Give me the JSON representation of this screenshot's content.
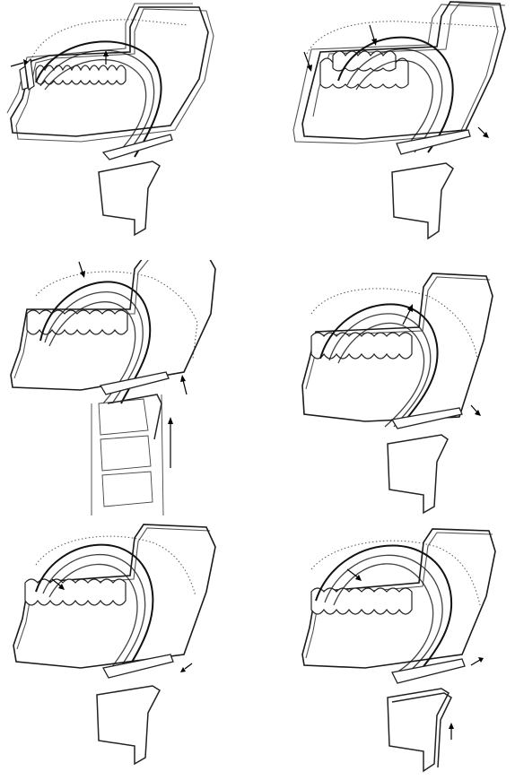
{
  "figure": {
    "panels": [
      {
        "id": "panel-1",
        "arrows": [
          "anterior-lip",
          "upward-tongue"
        ],
        "spine_visible": false
      },
      {
        "id": "panel-2",
        "arrows": [
          "down-lip",
          "down-tongue",
          "down-right-hyoid"
        ],
        "spine_visible": false
      },
      {
        "id": "panel-3",
        "arrows": [
          "down-palate",
          "up-hyoid",
          "up-larynx"
        ],
        "spine_visible": true
      },
      {
        "id": "panel-4",
        "arrows": [
          "up-right-tongue",
          "down-right-hyoid"
        ],
        "spine_visible": false
      },
      {
        "id": "panel-5",
        "arrows": [
          "down-right-tongue",
          "down-left-hyoid"
        ],
        "spine_visible": false
      },
      {
        "id": "panel-6",
        "arrows": [
          "down-right-tongue",
          "up-right-hyoid",
          "up-larynx"
        ],
        "spine_visible": false
      }
    ],
    "colors": {
      "line": "#1a1a1a",
      "background": "#ffffff"
    }
  }
}
